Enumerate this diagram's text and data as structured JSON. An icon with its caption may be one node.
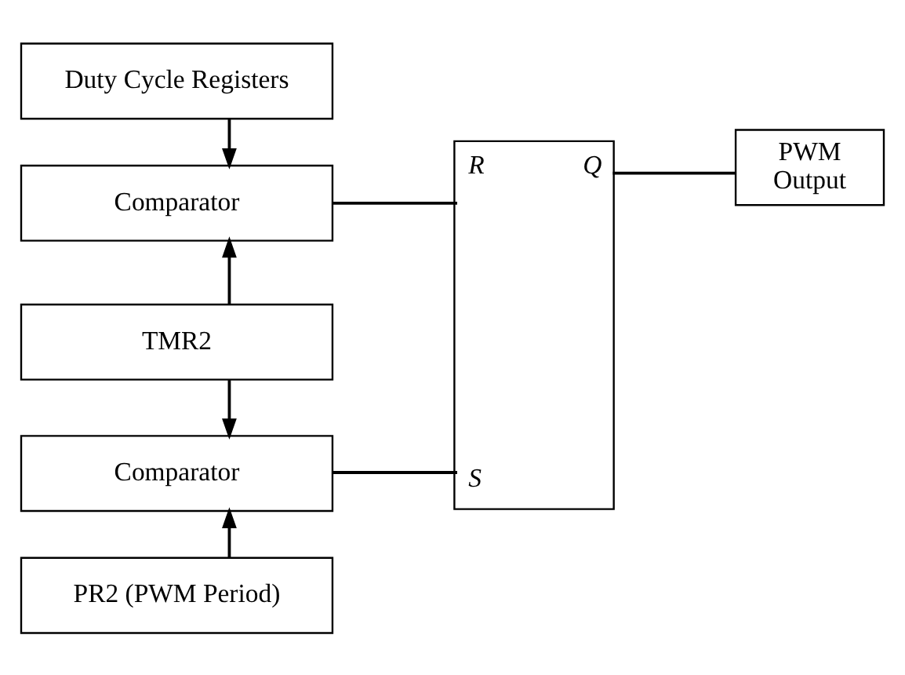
{
  "diagram": {
    "nodes": [
      {
        "text": [
          "Duty Cycle Registers"
        ]
      },
      {
        "text": [
          "Comparator"
        ]
      },
      {
        "text": [
          "TMR2"
        ]
      },
      {
        "text": [
          "Comparator"
        ]
      },
      {
        "text": [
          "PR2 (PWM Period)"
        ]
      },
      {
        "text": [
          "R",
          "Q",
          "S"
        ]
      },
      {
        "text": [
          "PWM Output"
        ]
      }
    ],
    "edges": [
      {
        "from": 0,
        "to": 1,
        "arrow": "to"
      },
      {
        "from": 2,
        "to": 1,
        "arrow": "to"
      },
      {
        "from": 2,
        "to": 3,
        "arrow": "to"
      },
      {
        "from": 4,
        "to": 3,
        "arrow": "to"
      },
      {
        "from": 1,
        "to": 5,
        "arrow": "none"
      },
      {
        "from": 3,
        "to": 5,
        "arrow": "none"
      },
      {
        "from": 5,
        "to": 6,
        "arrow": "none"
      }
    ]
  }
}
